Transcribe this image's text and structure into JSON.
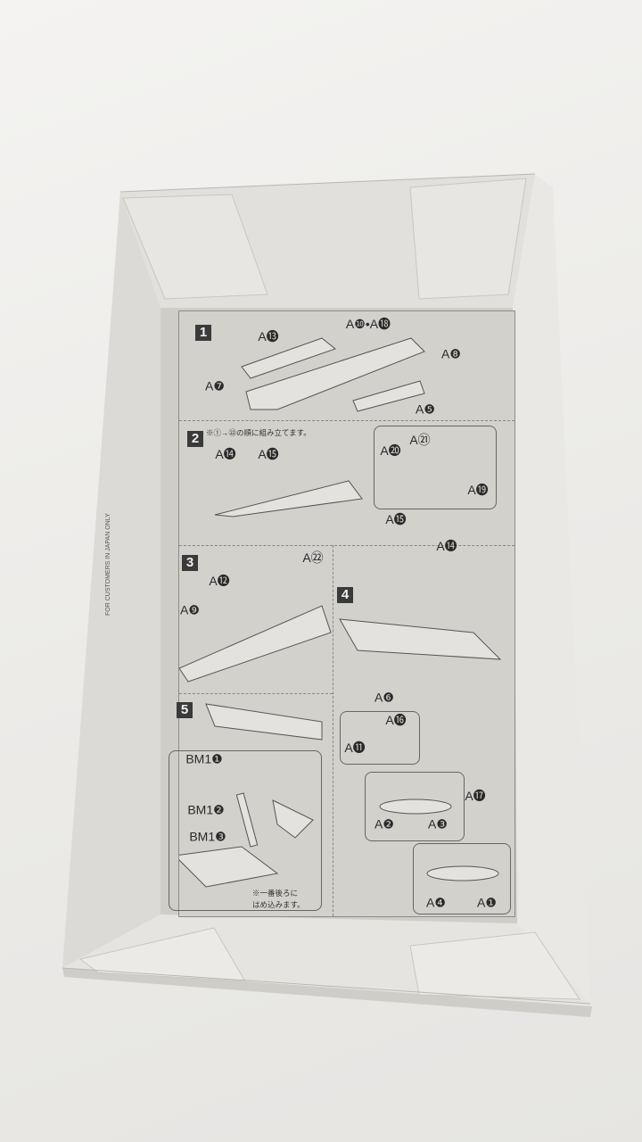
{
  "instructions": {
    "steps": [
      "1",
      "2",
      "3",
      "4",
      "5"
    ],
    "step2_note": "※①→㉒の順に組み立てます。",
    "step5_note_line1": "※一番後ろに",
    "step5_note_line2": "はめ込みます。",
    "parts": {
      "a13": "A⓭",
      "a10_a18": "A❿•A⓲",
      "a8": "A❽",
      "a7": "A❼",
      "a5": "A❺",
      "a14": "A⓮",
      "a15": "A⓯",
      "a20": "A⓴",
      "a21": "A㉑",
      "a19": "A⓳",
      "a15b": "A⓯",
      "a14b": "A⓮",
      "a22": "A㉒",
      "a12": "A⓬",
      "a9": "A❾",
      "a6": "A❻",
      "a16": "A⓰",
      "a11": "A⓫",
      "a2": "A❷",
      "a3": "A❸",
      "a17": "A⓱",
      "a4": "A❹",
      "a1": "A❶",
      "bm1_1": "BM1❶",
      "bm1_2": "BM1❷",
      "bm1_3": "BM1❸"
    }
  },
  "box_side_text": {
    "left_line": "FOR CUSTOMERS IN JAPAN ONLY"
  }
}
